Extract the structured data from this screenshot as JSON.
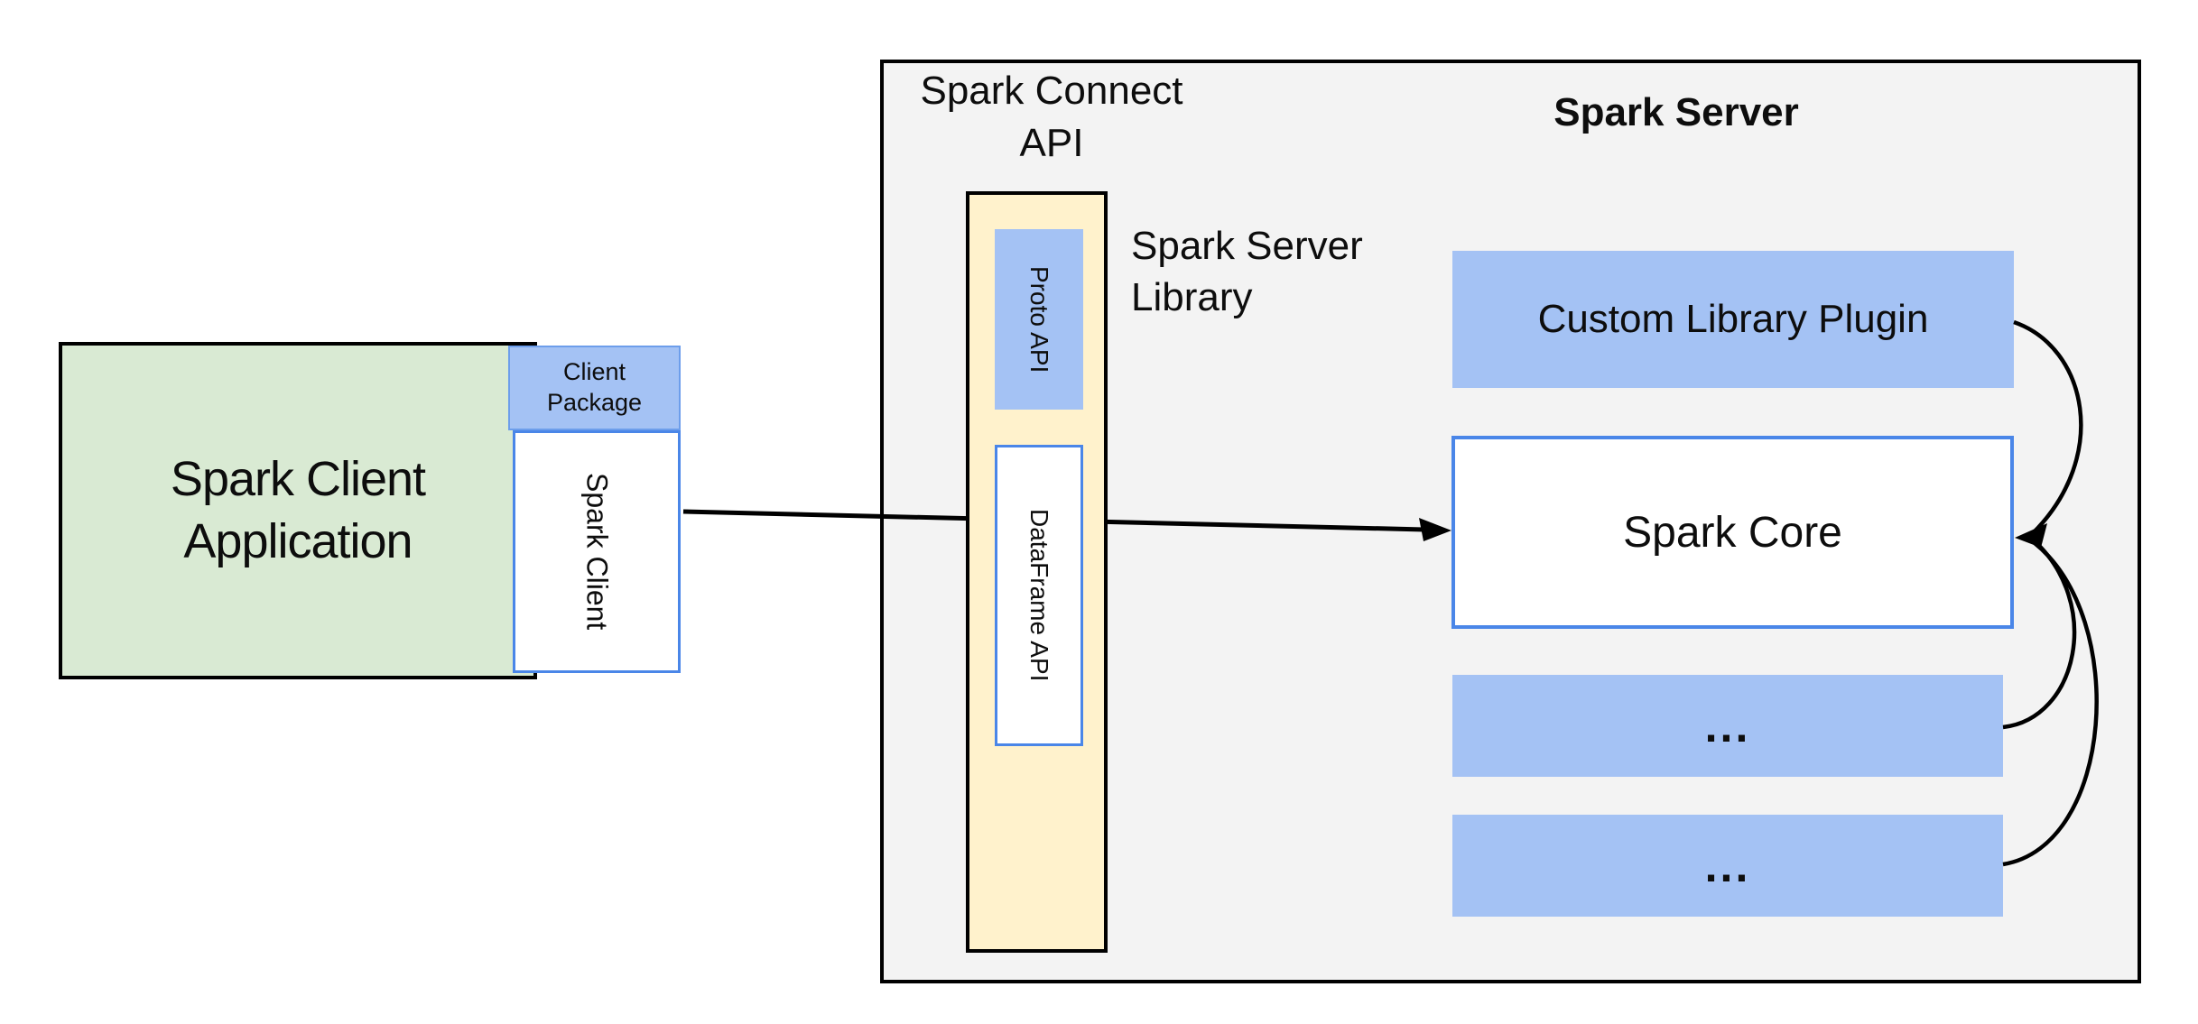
{
  "colors": {
    "blue_fill": "#a4c2f4",
    "green_fill": "#d9ead3",
    "yellow_fill": "#fff2cc",
    "gray_fill": "#f3f3f3",
    "blue_border": "#4a86e8",
    "light_blue_border": "#6d9eeb",
    "line_color": "#000000"
  },
  "client": {
    "application_line1": "Spark Client",
    "application_line2": "Application",
    "package_line1": "Client",
    "package_line2": "Package",
    "spark_client": "Spark Client"
  },
  "connect_api": {
    "title_line1": "Spark Connect",
    "title_line2": "API",
    "proto_api": "Proto API",
    "dataframe_api": "DataFrame API",
    "library_line1": "Spark Server",
    "library_line2": "Library"
  },
  "server": {
    "title": "Spark Server",
    "custom_plugin": "Custom Library Plugin",
    "core": "Spark Core",
    "ellipsis1": "...",
    "ellipsis2": "..."
  }
}
